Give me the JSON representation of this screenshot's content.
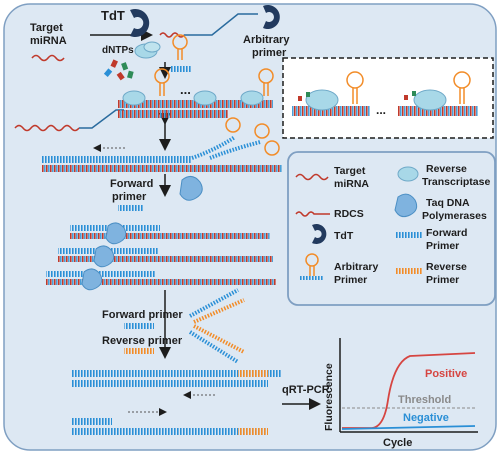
{
  "colors": {
    "panel_bg": "#dde8f3",
    "panel_border": "#7f9fc2",
    "mirna": "#c0392b",
    "forward": "#2a8fd6",
    "reverse": "#f28c28",
    "tdt": "#223a5e",
    "enzyme": "#7fb3df",
    "positive": "#d64541",
    "negative": "#2a8fd6",
    "threshold": "#8a8a8a"
  },
  "labels": {
    "target_mirna_line1": "Target",
    "target_mirna_line2": "miRNA",
    "tdt": "TdT",
    "dntps": "dNTPs",
    "arbitrary_primer_line1": "Arbitrary",
    "arbitrary_primer_line2": "primer",
    "ellipsis": "...",
    "forward_primer_line1": "Forward",
    "forward_primer_line2": "primer",
    "forward_primer": "Forward primer",
    "reverse_primer": "Reverse primer",
    "qrt_pcr": "qRT-PCR"
  },
  "legend": {
    "items": [
      {
        "icon": "wavy-mirna-icon",
        "line1": "Target",
        "line2": "miRNA"
      },
      {
        "icon": "reverse-transcriptase-icon",
        "line1": "Reverse",
        "line2": "Transcriptase"
      },
      {
        "icon": "rdcs-icon",
        "line1": "RDCS",
        "line2": ""
      },
      {
        "icon": "taq-polymerase-icon",
        "line1": "Taq DNA",
        "line2": "Polymerases"
      },
      {
        "icon": "tdt-icon",
        "line1": "TdT",
        "line2": ""
      },
      {
        "icon": "forward-primer-icon",
        "line1": "Forward",
        "line2": "Primer"
      },
      {
        "icon": "arbitrary-primer-icon",
        "line1": "Arbitrary",
        "line2": "Primer"
      },
      {
        "icon": "reverse-primer-icon",
        "line1": "Reverse",
        "line2": "Primer"
      }
    ]
  },
  "plot": {
    "ylabel": "Fluorescence",
    "xlabel": "Cycle",
    "positive": "Positive",
    "threshold": "Threshold",
    "negative": "Negative"
  }
}
